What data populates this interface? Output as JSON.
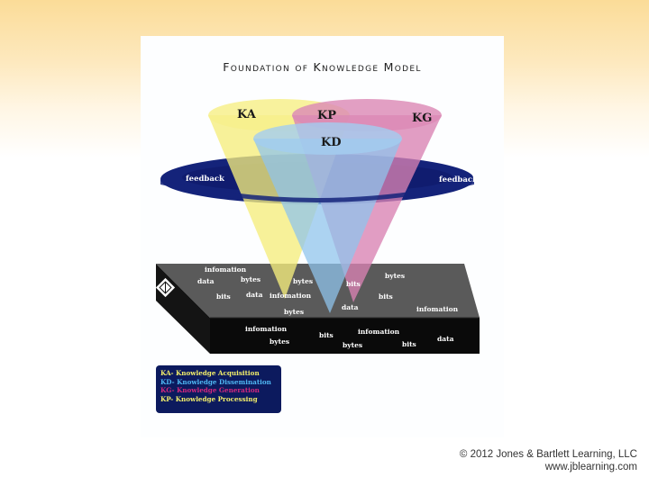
{
  "title": "Foundation of Knowledge Model",
  "cones": {
    "ka": "KA",
    "kp": "KP",
    "kg": "KG",
    "kd": "KD"
  },
  "feedback": {
    "left": "feedback",
    "right": "feedback"
  },
  "platform_words": [
    "infomation",
    "bytes",
    "data",
    "bytes",
    "bits",
    "data",
    "infomation",
    "bits",
    "bytes",
    "bits",
    "bytes",
    "data",
    "infomation",
    "infomation",
    "bytes",
    "bits",
    "infomation",
    "bytes",
    "bits",
    "data"
  ],
  "legend": [
    {
      "text": "KA- Knowledge Acquisition",
      "color": "#f2ee6a"
    },
    {
      "text": "KD- Knowledge Dissemination",
      "color": "#4fb6f2"
    },
    {
      "text": "KG- Knowledge Generation",
      "color": "#d2287e"
    },
    {
      "text": "KP- Knowledge Processing",
      "color": "#f2ee6a"
    }
  ],
  "colors": {
    "ka": "#f5ed7c",
    "kp": "#d98eb4",
    "kg": "#d982b2",
    "kd": "#8fc3ec",
    "feedback_ring": "#14237a",
    "platform_top": "#565656",
    "platform_front": "#111111",
    "legend_bg": "#0c1a5e"
  },
  "copyright": {
    "line1": "© 2012 Jones & Bartlett Learning, LLC",
    "line2": "www.jblearning.com"
  }
}
